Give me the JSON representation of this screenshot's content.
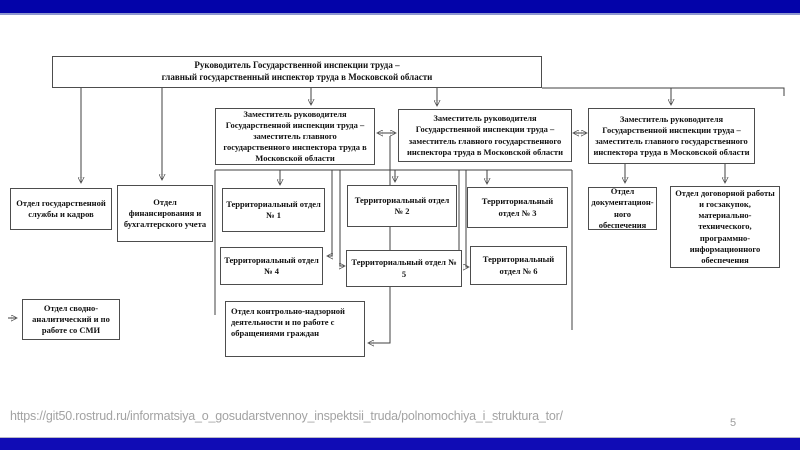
{
  "footer": {
    "url": "https://git50.rostrud.ru/informatsiya_o_gosudarstvennoy_inspektsii_truda/polnomochiya_i_struktura_tor/",
    "page_number": "5"
  },
  "colors": {
    "top_bar": "#0303a9",
    "bottom_bar": "#100cb5",
    "footer_text": "#a3a3a3",
    "box_border": "#4d4d4d",
    "box_text": "#111111"
  },
  "org": {
    "root": {
      "label": "Руководитель Государственной инспекции труда –\nглавный государственный инспектор труда в Московской области"
    },
    "deputies": [
      {
        "label": "Заместитель руководителя Государственной инспекции труда – заместитель главного государственного инспектора труда в Московской области"
      },
      {
        "label": "Заместитель руководителя Государственной инспекции труда – заместитель главного государственного инспектора труда в Московской области"
      },
      {
        "label": "Заместитель руководителя Государственной инспекции труда – заместитель главного государственного инспектора труда в Московской области"
      }
    ],
    "departments": {
      "staff": "Отдел государственной службы и кадров",
      "finance": "Отдел финансирования и бухгалтерского учета",
      "svodno": "Отдел сводно-аналитический и по работе со СМИ",
      "control": "Отдел контрольно-надзорной деятельности и по работе с обращениями граждан",
      "doc": "Отдел документацион-ного обеспечения",
      "contract": "Отдел договорной работы и госзакупок, материально-технического, программно-информационного обеспечения"
    },
    "territorial": [
      "Территориальный отдел № 1",
      "Территориальный отдел № 2",
      "Территориальный отдел № 3",
      "Территориальный отдел № 4",
      "Территориальный отдел № 5",
      "Территориальный отдел № 6"
    ]
  }
}
